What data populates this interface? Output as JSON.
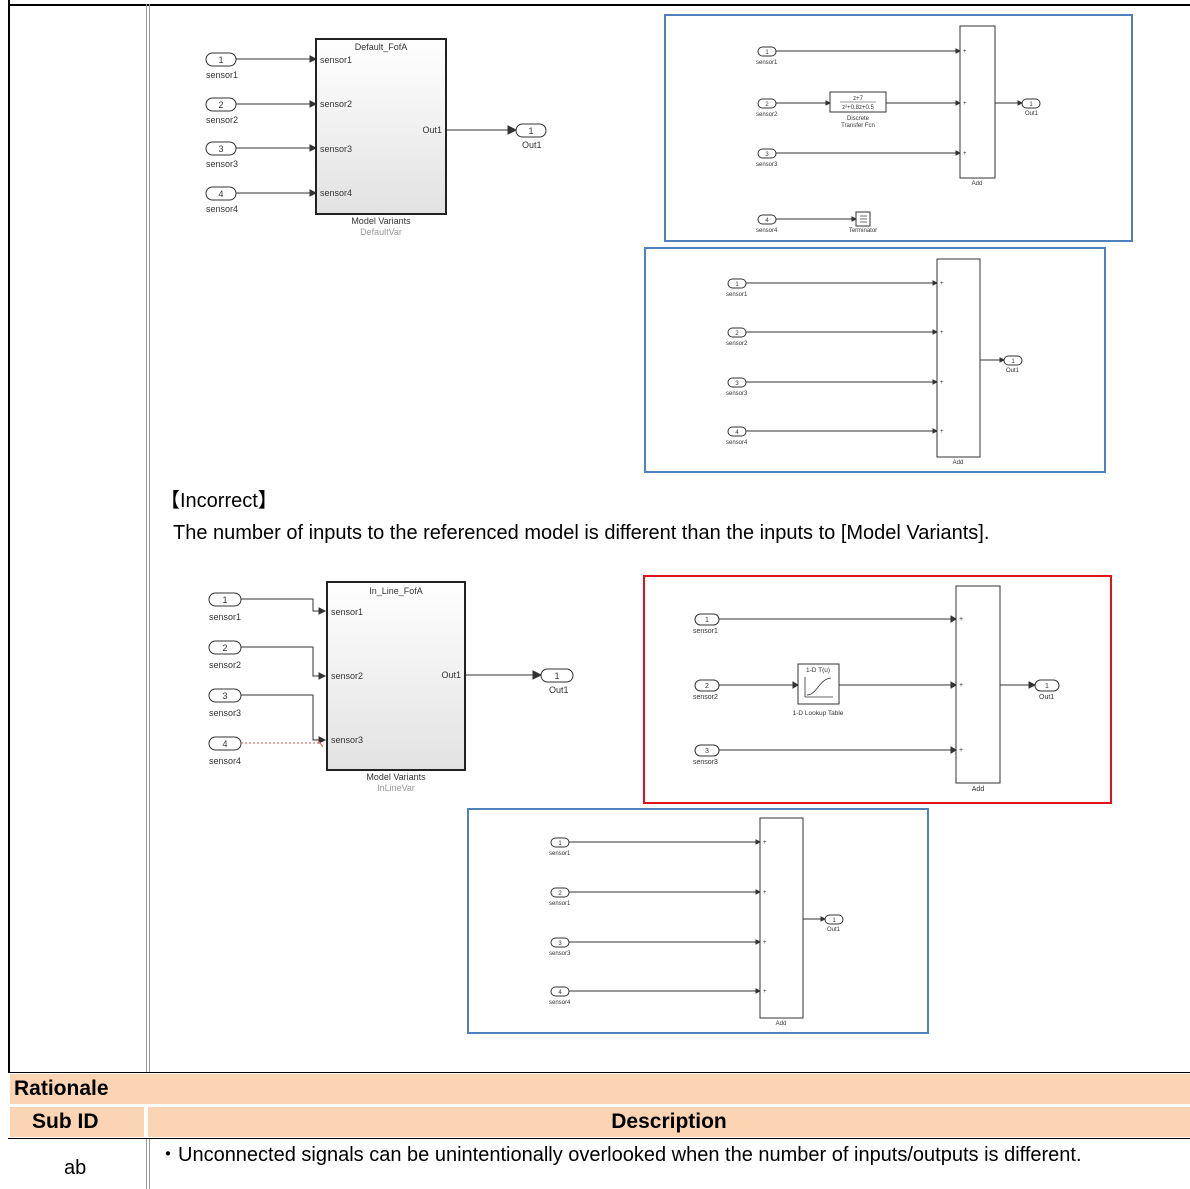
{
  "colors": {
    "blue_frame": "#4f81bd",
    "red_frame": "#e0121e",
    "header_fill": "#fbd4b4",
    "signal_error": "#d9534f"
  },
  "correct_example": {
    "main_model": {
      "block_title": "Default_FofA",
      "block_caption": "Model Variants",
      "block_subcaption": "DefaultVar",
      "inports": [
        {
          "num": "1",
          "name": "sensor1"
        },
        {
          "num": "2",
          "name": "sensor2"
        },
        {
          "num": "3",
          "name": "sensor3"
        },
        {
          "num": "4",
          "name": "sensor4"
        }
      ],
      "block_inputs": [
        "sensor1",
        "sensor2",
        "sensor3",
        "sensor4"
      ],
      "block_output": "Out1",
      "outport": {
        "num": "1",
        "name": "Out1"
      }
    },
    "variant_a": {
      "inports": [
        {
          "num": "1",
          "name": "sensor1"
        },
        {
          "num": "2",
          "name": "sensor2"
        },
        {
          "num": "3",
          "name": "sensor3"
        },
        {
          "num": "4",
          "name": "sensor4"
        }
      ],
      "tf_num": "z+7",
      "tf_den": "z²+0.8z+0.5",
      "tf_label_line1": "Discrete",
      "tf_label_line2": "Transfer Fcn",
      "terminator_label": "Terminator",
      "add_label": "Add",
      "outport": {
        "num": "1",
        "name": "Out1"
      },
      "plus": "+"
    },
    "variant_b": {
      "inports": [
        {
          "num": "1",
          "name": "sensor1"
        },
        {
          "num": "2",
          "name": "sensor2"
        },
        {
          "num": "3",
          "name": "sensor3"
        },
        {
          "num": "4",
          "name": "sensor4"
        }
      ],
      "add_label": "Add",
      "outport": {
        "num": "1",
        "name": "Out1"
      },
      "plus": "+"
    }
  },
  "incorrect_example": {
    "heading": "【Incorrect】",
    "description": "The number of inputs to the referenced model is different than the inputs to [Model Variants].",
    "main_model": {
      "block_title": "In_Line_FofA",
      "block_caption": "Model Variants",
      "block_subcaption": "InLineVar",
      "inports": [
        {
          "num": "1",
          "name": "sensor1"
        },
        {
          "num": "2",
          "name": "sensor2"
        },
        {
          "num": "3",
          "name": "sensor3"
        },
        {
          "num": "4",
          "name": "sensor4"
        }
      ],
      "block_inputs": [
        "sensor1",
        "sensor2",
        "sensor3"
      ],
      "block_inputs_4": "sensor3",
      "block_output": "Out1",
      "outport": {
        "num": "1",
        "name": "Out1"
      }
    },
    "variant_a": {
      "inports": [
        {
          "num": "1",
          "name": "sensor1"
        },
        {
          "num": "2",
          "name": "sensor2"
        },
        {
          "num": "3",
          "name": "sensor3"
        }
      ],
      "lookup_title": "1-D T(u)",
      "lookup_label": "1-D Lookup Table",
      "add_label": "Add",
      "outport": {
        "num": "1",
        "name": "Out1"
      },
      "plus": "+"
    },
    "variant_b": {
      "inports": [
        {
          "num": "1",
          "name": "sensor1"
        },
        {
          "num": "2",
          "name": "sensor1"
        },
        {
          "num": "3",
          "name": "sensor3"
        },
        {
          "num": "4",
          "name": "sensor4"
        }
      ],
      "add_label": "Add",
      "outport": {
        "num": "1",
        "name": "Out1"
      },
      "plus": "+"
    }
  },
  "rationale": {
    "title": "Rationale",
    "col_subid": "Sub ID",
    "col_description": "Description",
    "rows": [
      {
        "sub_id": "ab",
        "description": "・Unconnected signals can be unintentionally overlooked when the number of inputs/outputs is different."
      }
    ]
  }
}
